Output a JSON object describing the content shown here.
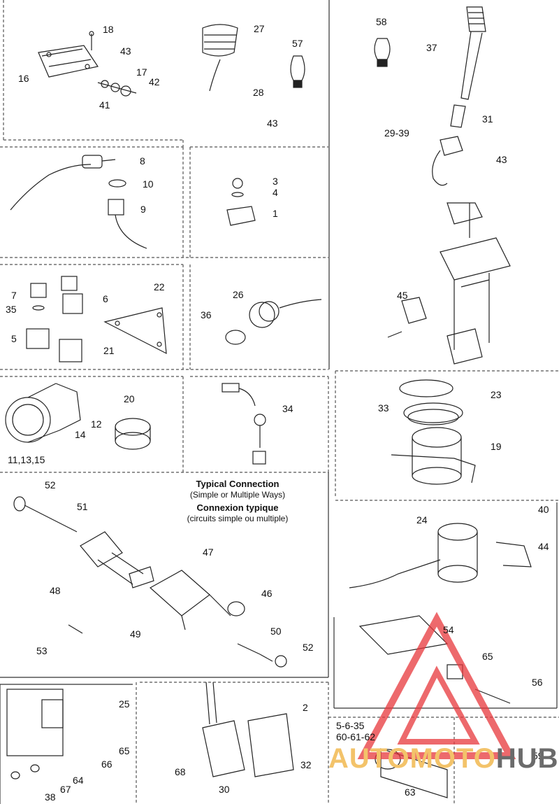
{
  "watermark": {
    "part1": "AUTOMOTO",
    "part2": "HUB",
    "color1": "#f3c36a",
    "color2": "#6b6b6b",
    "triangle_color": "#e8383c"
  },
  "connection": {
    "title_en": "Typical Connection",
    "sub_en": "(Simple or Multiple Ways)",
    "title_fr": "Connexion typique",
    "sub_fr": "(circuits simple ou multiple)"
  },
  "callouts": {
    "c18": "18",
    "c43a": "43",
    "c16": "16",
    "c17": "17",
    "c42": "42",
    "c41": "41",
    "c27": "27",
    "c57": "57",
    "c28": "28",
    "c43b": "43",
    "c58": "58",
    "c37": "37",
    "c31": "31",
    "c2939": "29-39",
    "c43c": "43",
    "c8": "8",
    "c10": "10",
    "c9": "9",
    "c3": "3",
    "c4": "4",
    "c1": "1",
    "c7": "7",
    "c35": "35",
    "c5": "5",
    "c6": "6",
    "c22": "22",
    "c21": "21",
    "c26": "26",
    "c36": "36",
    "c45": "45",
    "c20": "20",
    "c12": "12",
    "c14": "14",
    "c111315": "11,13,15",
    "c34": "34",
    "c33": "33",
    "c23": "23",
    "c19": "19",
    "c52a": "52",
    "c51": "51",
    "c47": "47",
    "c48": "48",
    "c46": "46",
    "c49": "49",
    "c50": "50",
    "c52b": "52",
    "c53": "53",
    "c24": "24",
    "c40": "40",
    "c44": "44",
    "c54": "54",
    "c65a": "65",
    "c56": "56",
    "c25": "25",
    "c65b": "65",
    "c66": "66",
    "c64": "64",
    "c67": "67",
    "c38": "38",
    "c2": "2",
    "c32": "32",
    "c68": "68",
    "c30": "30",
    "c5635": "5-6-35",
    "c606162": "60-61-62",
    "c59": "59",
    "c63": "63"
  }
}
